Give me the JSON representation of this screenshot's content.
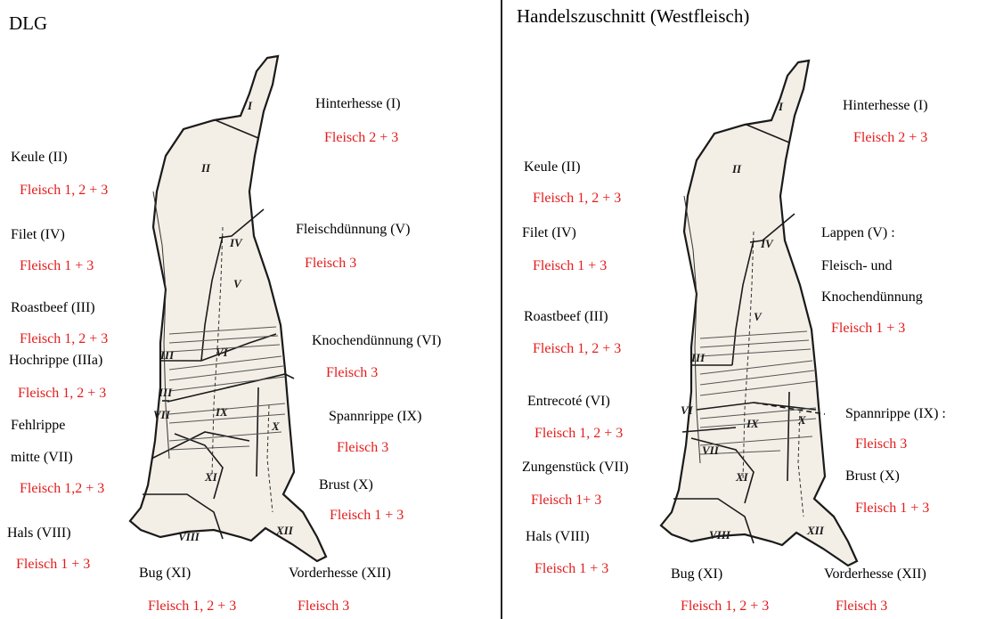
{
  "colors": {
    "grade": "#e31b1b",
    "label": "#000000",
    "outline": "#1a1a1a",
    "carcass_fill": "#f3efe6"
  },
  "left": {
    "title": "DLG",
    "cuts": [
      {
        "name": "Hinterhesse (I)",
        "grade": "Fleisch 2 + 3"
      },
      {
        "name": "Keule (II)",
        "grade": "Fleisch 1, 2 + 3"
      },
      {
        "name": "Filet (IV)",
        "grade": "Fleisch 1 + 3"
      },
      {
        "name": "Fleischdünnung (V)",
        "grade": "Fleisch  3"
      },
      {
        "name": "Roastbeef (III)",
        "grade": "Fleisch 1, 2 + 3"
      },
      {
        "name": "Knochendünnung (VI)",
        "grade": "Fleisch  3"
      },
      {
        "name": "Hochrippe (IIIa)",
        "grade": "Fleisch 1, 2 + 3"
      },
      {
        "name_line1": "Fehlrippe",
        "name_line2": "mitte (VII)",
        "grade": "Fleisch 1,2 + 3"
      },
      {
        "name": "Spannrippe (IX)",
        "grade": "Fleisch 3"
      },
      {
        "name": "Brust (X)",
        "grade": "Fleisch 1 + 3"
      },
      {
        "name": "Hals (VIII)",
        "grade": "Fleisch 1 + 3"
      },
      {
        "name": "Bug (XI)",
        "grade": "Fleisch 1, 2 + 3"
      },
      {
        "name": "Vorderhesse (XII)",
        "grade": "Fleisch  3"
      }
    ],
    "diagram_numerals": [
      "I",
      "II",
      "IV",
      "V",
      "III",
      "VI",
      "III",
      "VII",
      "IX",
      "X",
      "XI",
      "XII",
      "VIII"
    ]
  },
  "right": {
    "title": "Handelszuschnitt (Westfleisch)",
    "cuts": [
      {
        "name": "Hinterhesse (I)",
        "grade": "Fleisch 2 + 3"
      },
      {
        "name": "Keule (II)",
        "grade": "Fleisch 1, 2 + 3"
      },
      {
        "name": "Filet (IV)",
        "grade": "Fleisch 1 + 3"
      },
      {
        "name_line1": "Lappen (V) :",
        "name_line2": "Fleisch- und",
        "name_line3": "Knochendünnung",
        "grade": "Fleisch 1 + 3"
      },
      {
        "name": "Roastbeef (III)",
        "grade": "Fleisch 1, 2 + 3"
      },
      {
        "name": "Entrecoté (VI)",
        "grade": "Fleisch 1, 2 + 3"
      },
      {
        "name": "Spannrippe (IX) :",
        "grade": "Fleisch 3"
      },
      {
        "name": "Zungenstück (VII)",
        "grade": "Fleisch 1+ 3"
      },
      {
        "name": "Brust (X)",
        "grade": "Fleisch 1 + 3"
      },
      {
        "name": "Hals (VIII)",
        "grade": "Fleisch 1 + 3"
      },
      {
        "name": "Bug (XI)",
        "grade": "Fleisch 1, 2 + 3"
      },
      {
        "name": "Vorderhesse (XII)",
        "grade": "Fleisch  3"
      }
    ],
    "diagram_numerals": [
      "I",
      "II",
      "IV",
      "V",
      "III",
      "VI",
      "IX",
      "X",
      "VII",
      "XI",
      "XII",
      "VIII"
    ]
  }
}
